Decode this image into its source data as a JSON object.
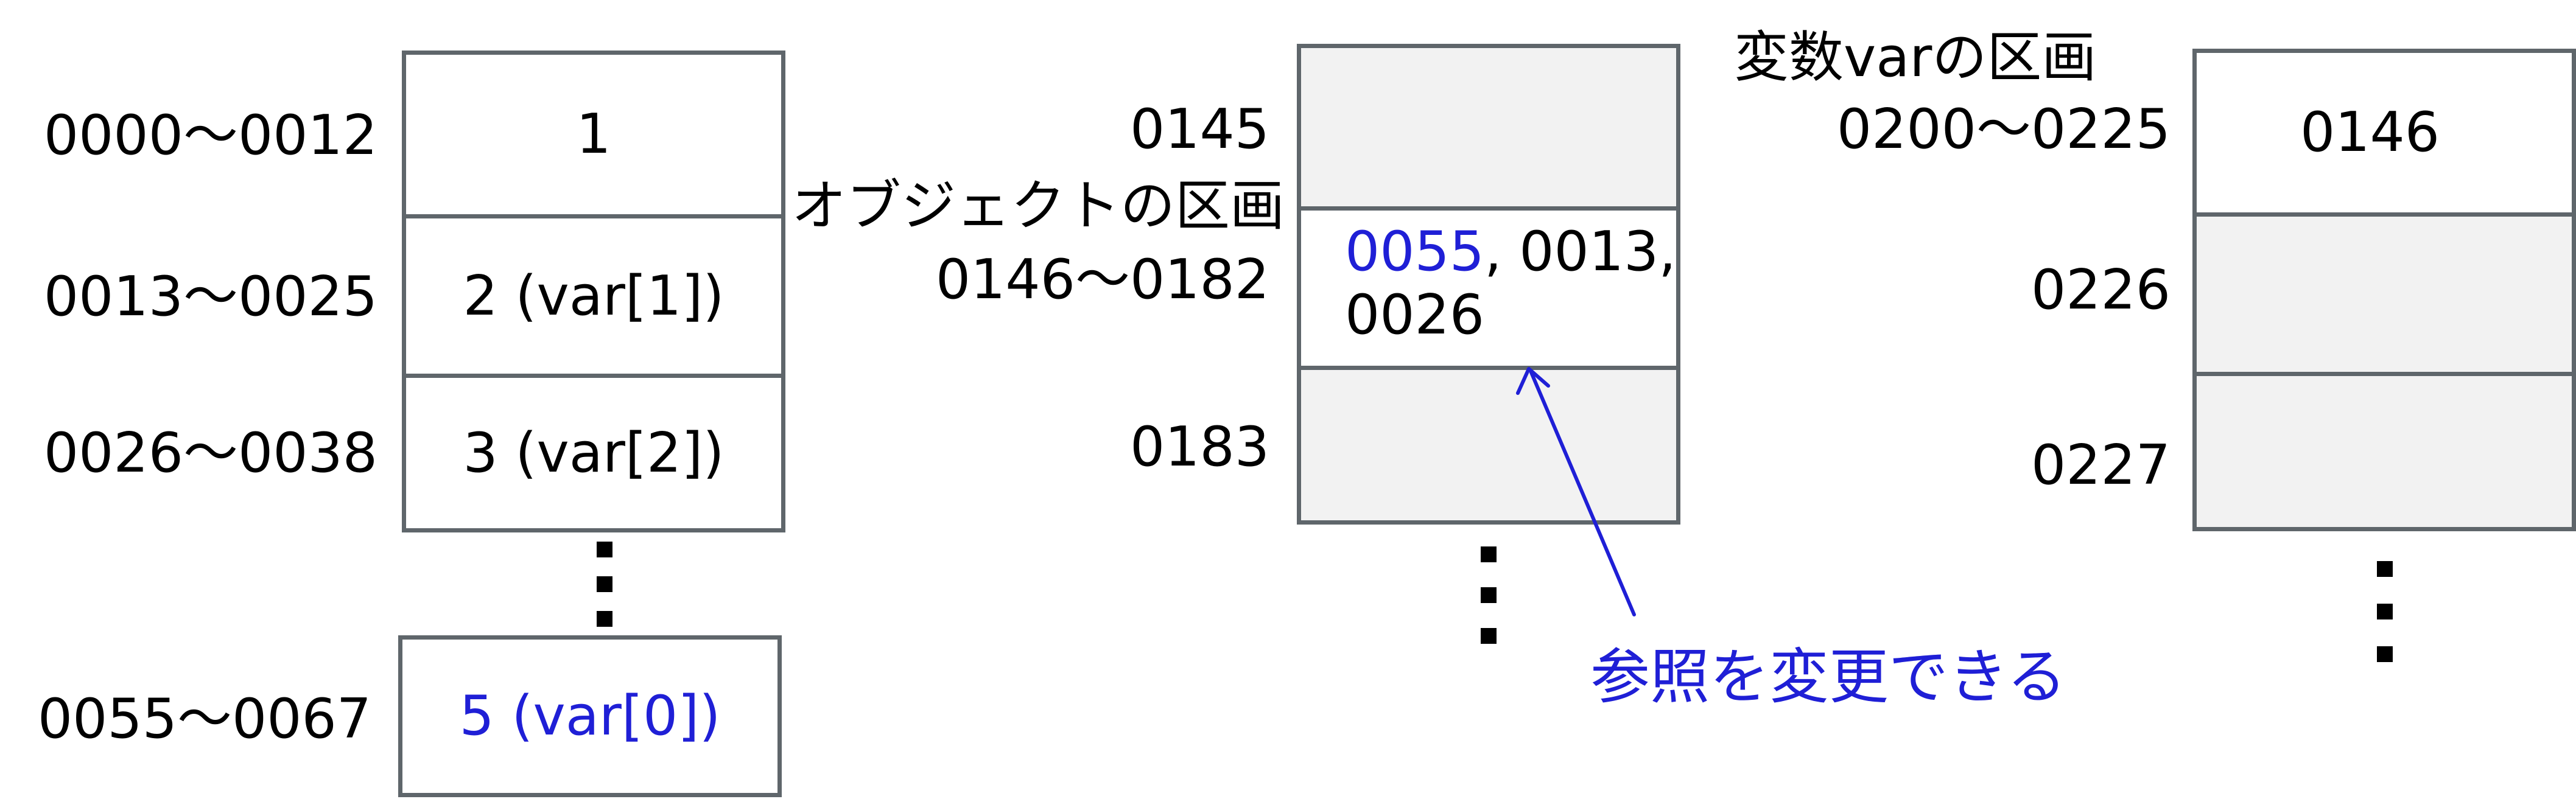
{
  "left_column": {
    "labels": [
      "0000〜0012",
      "0013〜0025",
      "0026〜0038",
      "0055〜0067"
    ],
    "cells": [
      "1",
      "2 (var[1])",
      "3 (var[2])"
    ],
    "separate_cell": "5 (var[0])"
  },
  "middle_column": {
    "label_top": "0145",
    "section_title": "オブジェクトの区画",
    "label_object": "0146〜0182",
    "label_bottom": "0183",
    "object_cell": {
      "highlight": "0055",
      "rest_line1": ", 0013,",
      "line2": "0026"
    }
  },
  "right_column": {
    "section_title": "変数varの区画",
    "label_top": "0200〜0225",
    "label_mid": "0226",
    "label_bottom": "0227",
    "top_cell": "0146"
  },
  "annotation": {
    "text": "参照を変更できる",
    "color": "#1f1fd6"
  },
  "colors": {
    "border": "#5f666b",
    "highlight": "#1f1fd6",
    "gray_fill": "#f2f2f2"
  }
}
